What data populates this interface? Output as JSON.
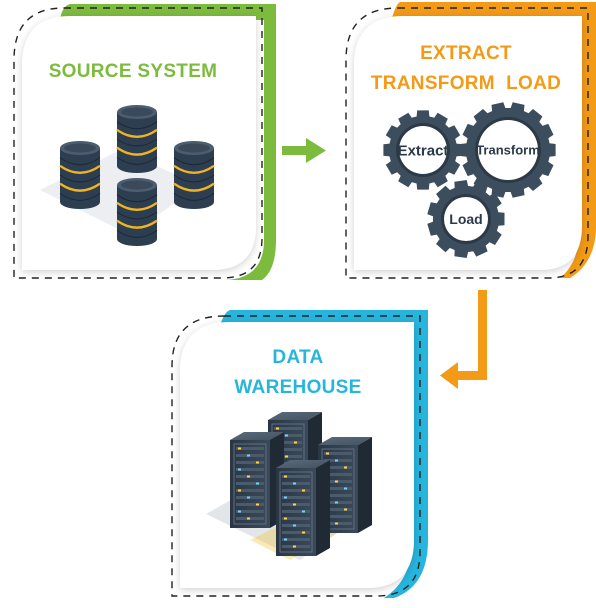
{
  "colors": {
    "source": "#7dbb3e",
    "etl": "#f39a16",
    "warehouse": "#27b5dd",
    "gear_outer": "#3c4d5d",
    "gear_inner": "#ffffff",
    "db_body": "#2c3e50",
    "db_band": "#f0b323"
  },
  "cards": {
    "source": {
      "title": "SOURCE SYSTEM"
    },
    "etl": {
      "title_line1": "EXTRACT",
      "title_line2": "TRANSFORM  LOAD"
    },
    "warehouse": {
      "title_line1": "DATA",
      "title_line2": "WAREHOUSE"
    }
  },
  "gears": [
    {
      "label": "Extract"
    },
    {
      "label": "Transform"
    },
    {
      "label": "Load"
    }
  ],
  "icons": {
    "source": "database-stack-icon",
    "etl": "gears-icon",
    "warehouse": "server-rack-icon"
  }
}
